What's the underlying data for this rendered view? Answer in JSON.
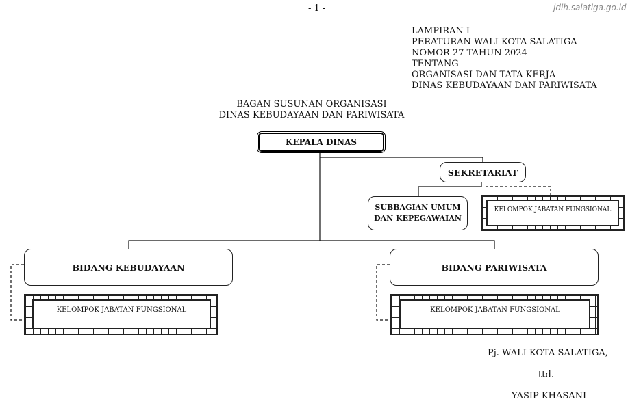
{
  "header": {
    "page_number": "- 1 -",
    "source": "jdih.salatiga.go.id"
  },
  "lampiran": [
    "LAMPIRAN I",
    "PERATURAN WALI KOTA SALATIGA",
    "NOMOR 27 TAHUN 2024",
    "TENTANG",
    "ORGANISASI DAN TATA KERJA",
    "DINAS KEBUDAYAAN DAN PARIWISATA"
  ],
  "title": [
    "BAGAN SUSUNAN ORGANISASI",
    "DINAS KEBUDAYAAN DAN PARIWISATA"
  ],
  "chart": {
    "kepala": "KEPALA DINAS",
    "sekretariat": "SEKRETARIAT",
    "subbagian": [
      "SUBBAGIAN UMUM",
      "DAN KEPEGAWAIAN"
    ],
    "kjf_sekretariat": "KELOMPOK JABATAN FUNGSIONAL",
    "bidang_kebudayaan": "BIDANG KEBUDAYAAN",
    "kjf_kebudayaan": "KELOMPOK JABATAN FUNGSIONAL",
    "bidang_pariwisata": "BIDANG PARIWISATA",
    "kjf_pariwisata": "KELOMPOK JABATAN FUNGSIONAL"
  },
  "signature": {
    "position": "Pj. WALI KOTA SALATIGA,",
    "signed": "ttd.",
    "name": "YASIP KHASANI"
  }
}
